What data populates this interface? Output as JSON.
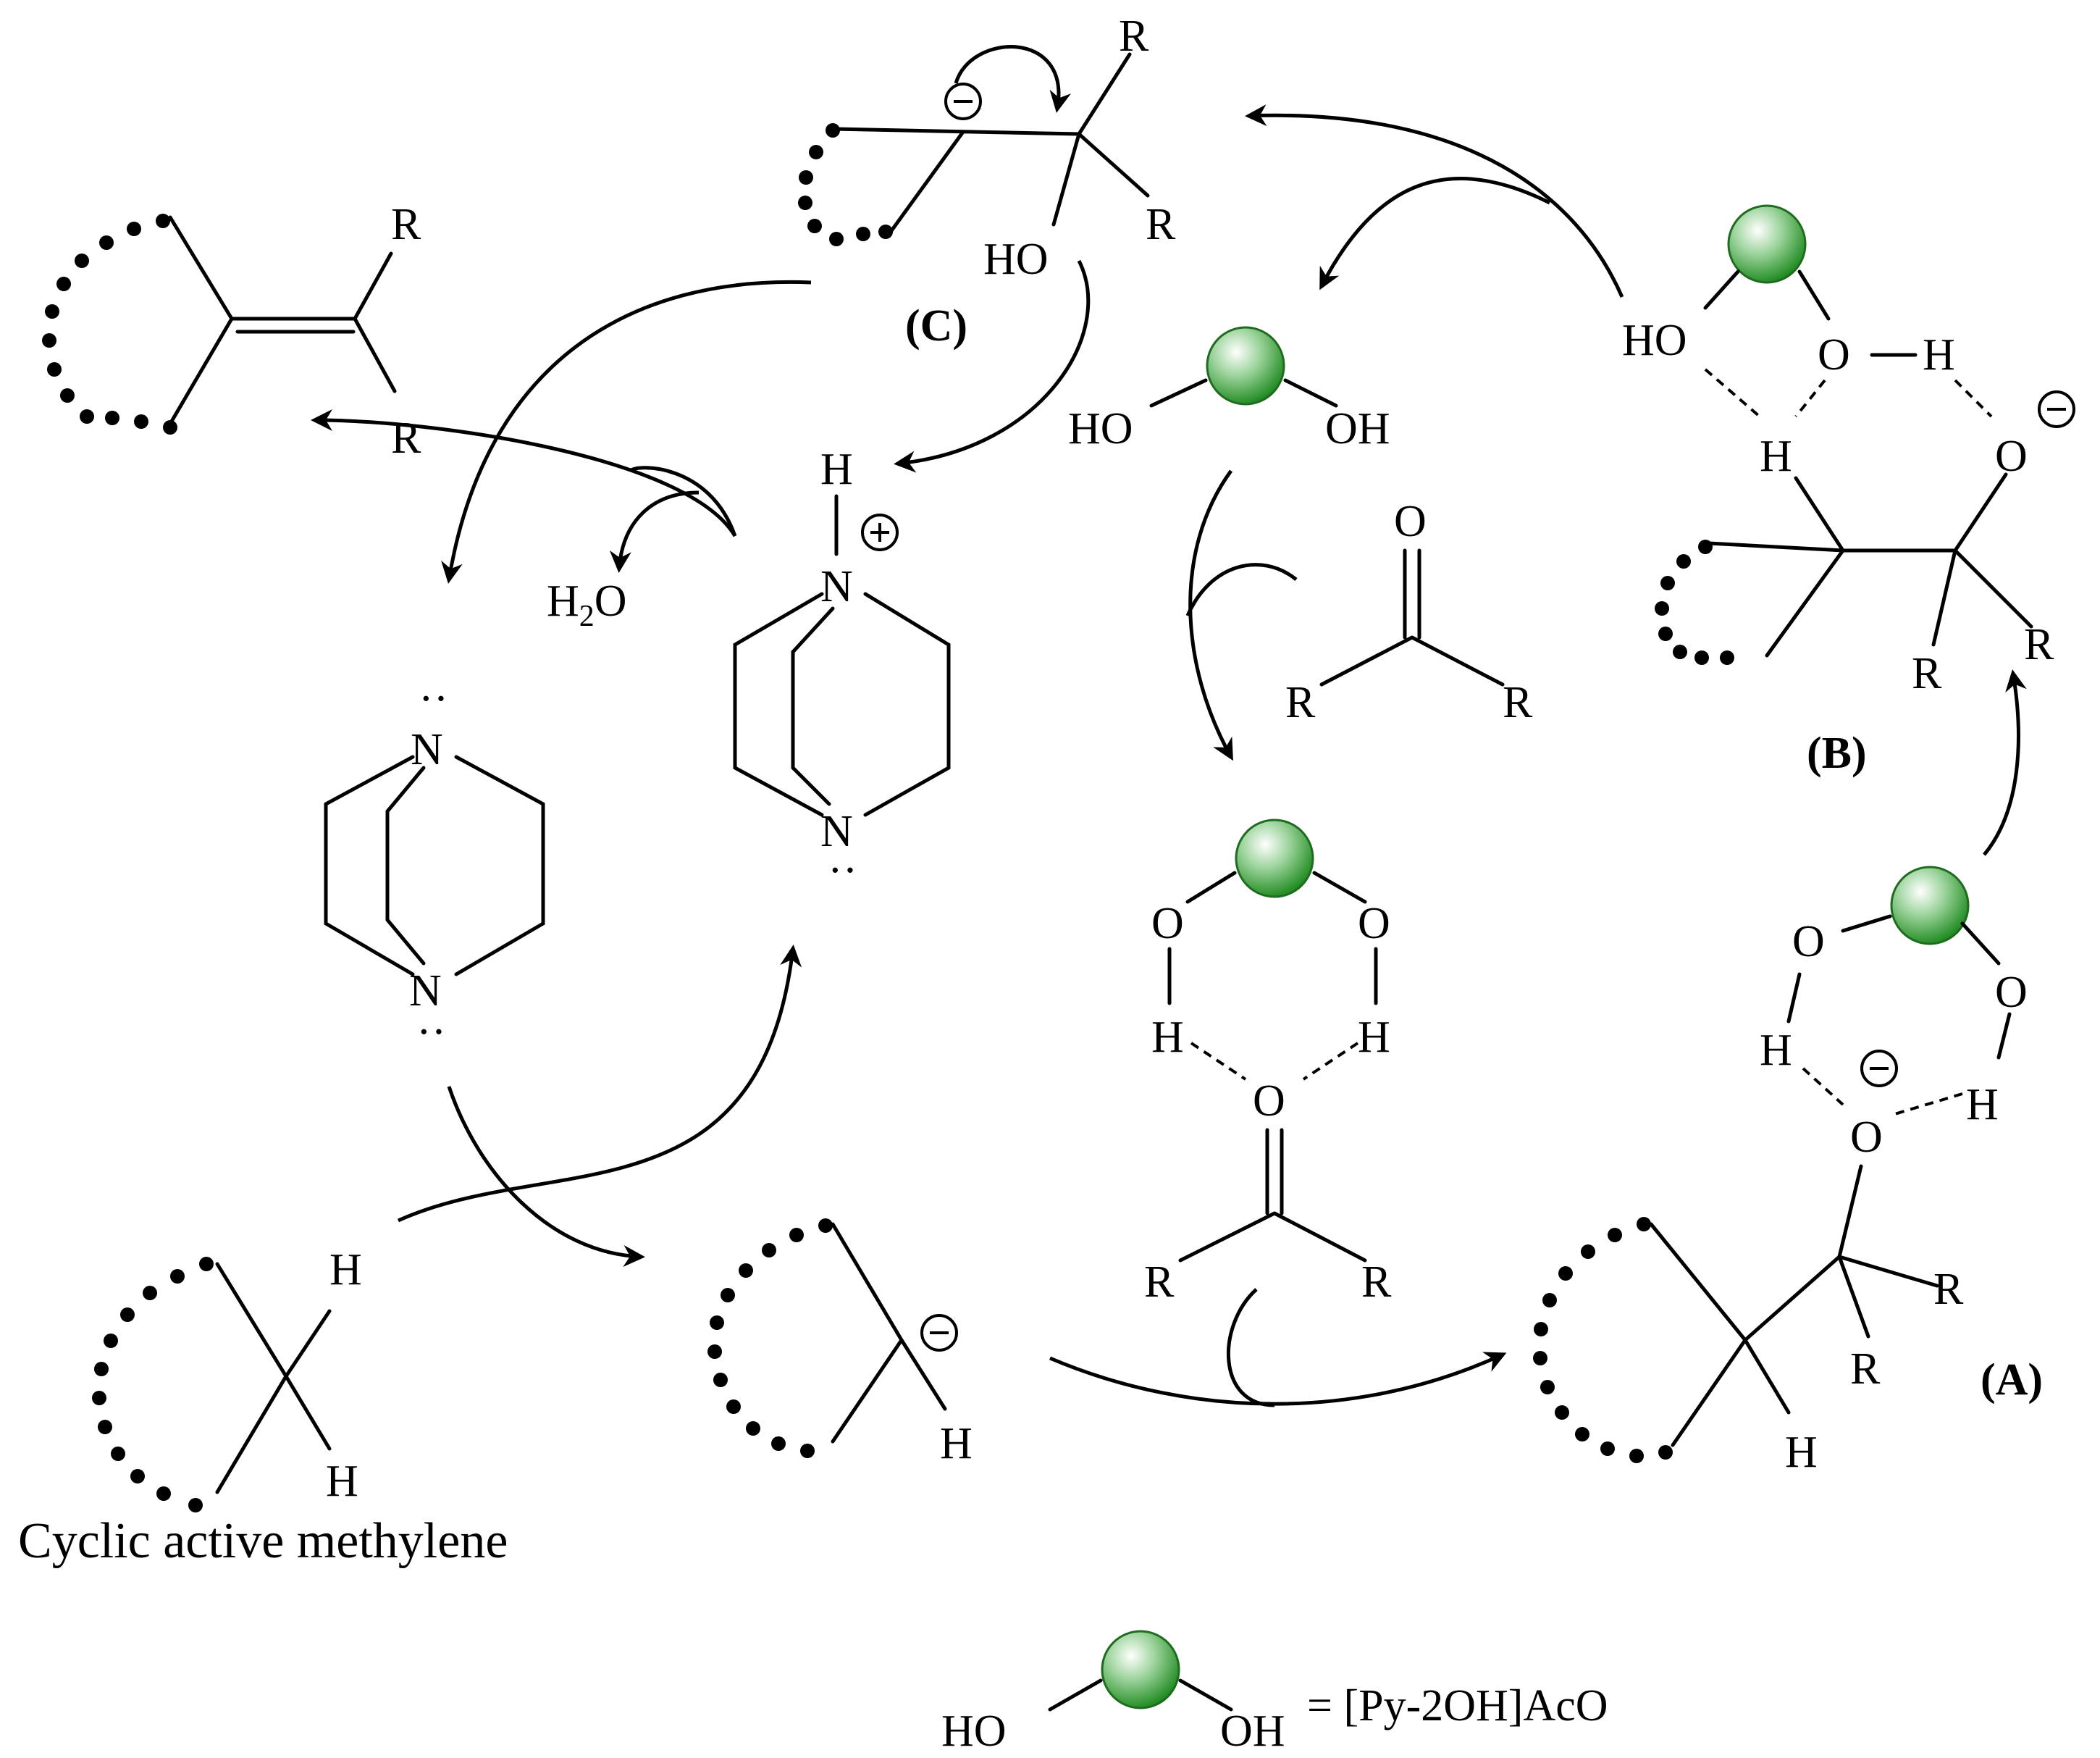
{
  "labels": {
    "caption": "Cyclic active methylene",
    "legend_eq": "= [Py-2OH]AcO",
    "A": "(A)",
    "B": "(B)",
    "C": "(C)",
    "R": "R",
    "H": "H",
    "N": "N",
    "O": "O",
    "HO": "HO",
    "OH": "OH",
    "minus": "−",
    "plus": "+",
    "lone_pair": "··",
    "water_H": "H",
    "water_sub": "2",
    "water_O": "O"
  },
  "colors": {
    "catalyst_sphere": "#3aa63a",
    "catalyst_highlight": "#ffffff",
    "ink": "#000000"
  }
}
